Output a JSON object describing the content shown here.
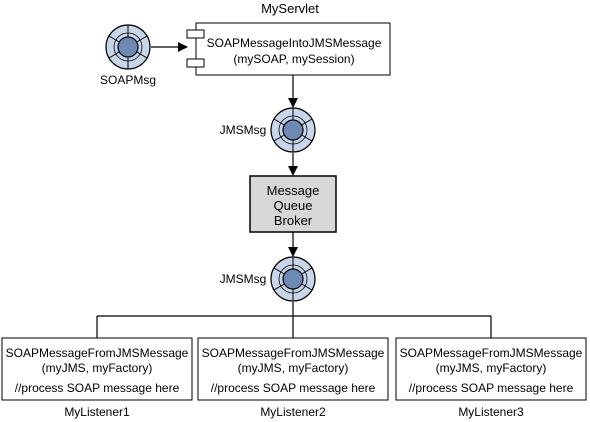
{
  "servlet": {
    "title": "MyServlet",
    "call_line1": "SOAPMessageIntoJMSMessage",
    "call_line2": "(mySOAP, mySession)"
  },
  "soap_message": {
    "label": "SOAPMsg"
  },
  "jms_message_top": {
    "label": "JMSMsg"
  },
  "broker": {
    "line1": "Message",
    "line2": "Queue",
    "line3": "Broker"
  },
  "jms_message_bottom": {
    "label": "JMSMsg"
  },
  "listeners": [
    {
      "call_line1": "SOAPMessageFromJMSMessage",
      "call_line2": "(myJMS, myFactory)",
      "comment": "//process SOAP message here",
      "name": "MyListener1"
    },
    {
      "call_line1": "SOAPMessageFromJMSMessage",
      "call_line2": "(myJMS, myFactory)",
      "comment": "//process SOAP message here",
      "name": "MyListener2"
    },
    {
      "call_line1": "SOAPMessageFromJMSMessage",
      "call_line2": "(myJMS, myFactory)",
      "comment": "//process SOAP message here",
      "name": "MyListener3"
    }
  ],
  "colors": {
    "line": "#000000",
    "message_outer": "#c9d6ea",
    "message_inner": "#6f89b5",
    "broker_fill": "#d6d8d6"
  }
}
